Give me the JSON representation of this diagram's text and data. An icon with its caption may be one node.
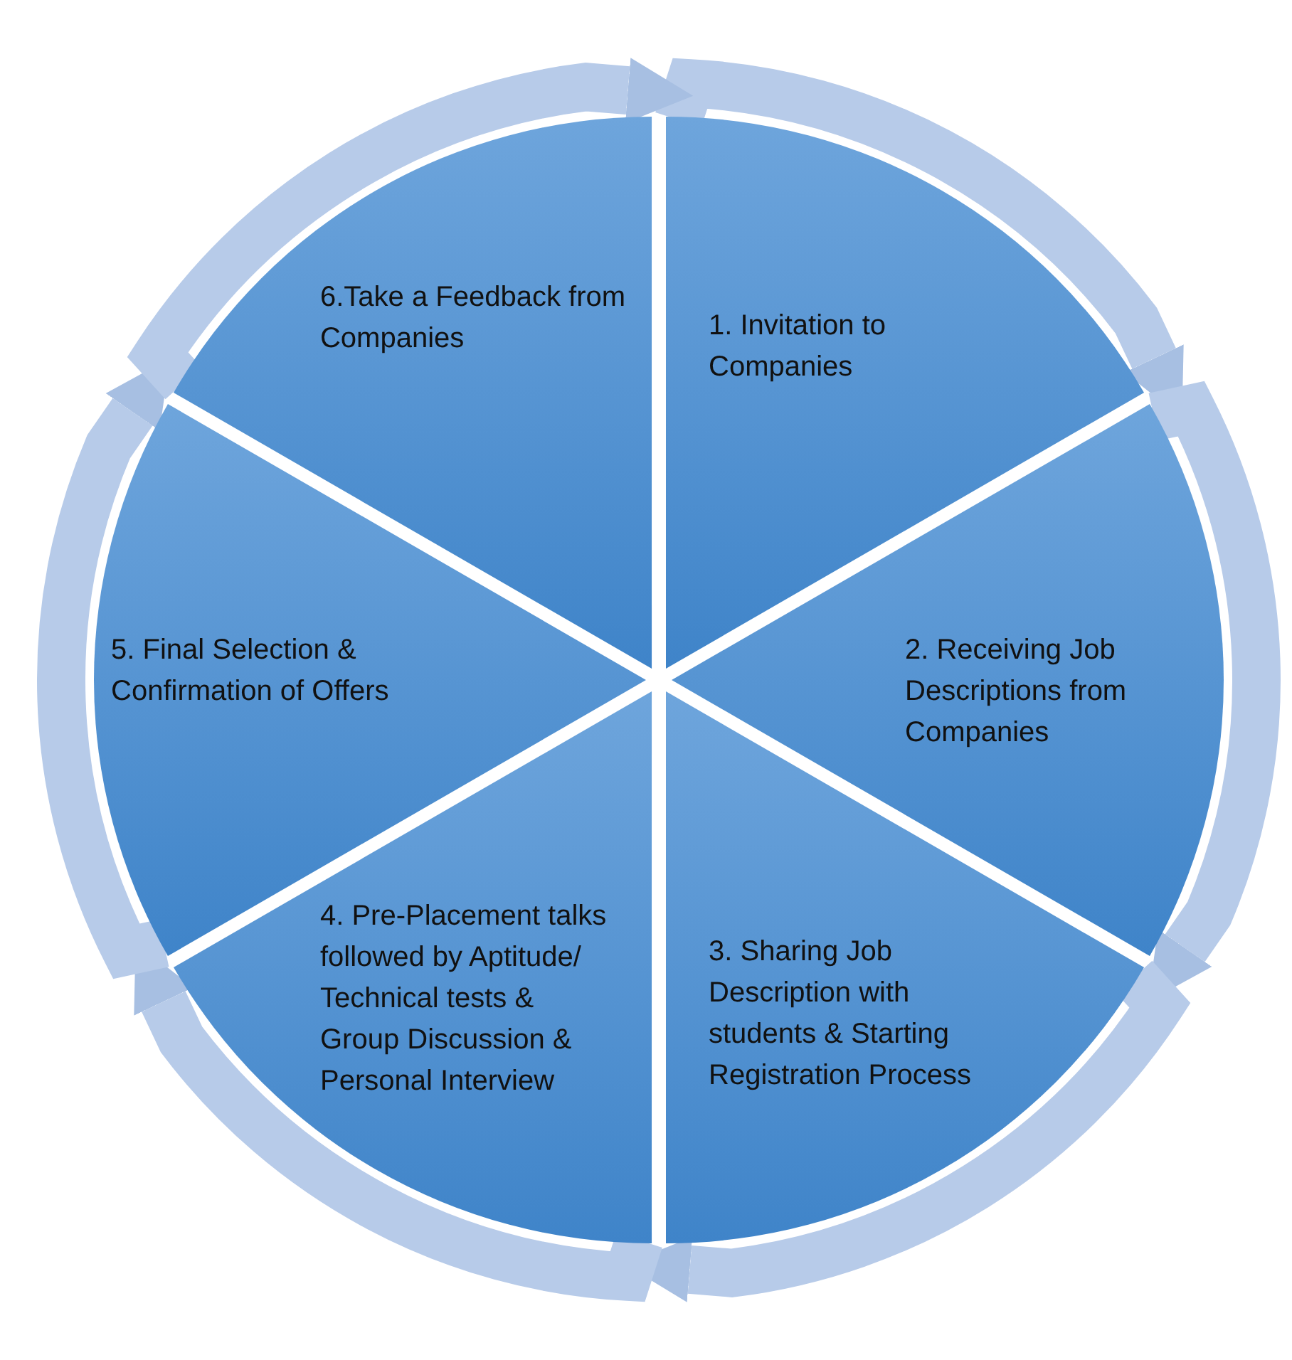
{
  "diagram": {
    "nodes": [
      {
        "text": [
          "1. Invitation to Companies"
        ]
      },
      {
        "text": [
          "2. Receiving Job Descriptions from Companies"
        ]
      },
      {
        "text": [
          "3. Sharing Job Description with students & Starting Registration Process"
        ]
      },
      {
        "text": [
          "4. Pre-Placement talks followed by Aptitude/ Technical tests & Group Discussion & Personal Interview"
        ]
      },
      {
        "text": [
          "5. Final Selection & Confirmation of Offers"
        ]
      },
      {
        "text": [
          "6.Take a Feedback from Companies"
        ]
      }
    ],
    "edges": [
      {
        "from": 0,
        "to": 1,
        "arrow": "to"
      },
      {
        "from": 1,
        "to": 2,
        "arrow": "to"
      },
      {
        "from": 2,
        "to": 3,
        "arrow": "to"
      },
      {
        "from": 3,
        "to": 4,
        "arrow": "to"
      },
      {
        "from": 4,
        "to": 5,
        "arrow": "to"
      },
      {
        "from": 5,
        "to": 0,
        "arrow": "to"
      }
    ]
  }
}
